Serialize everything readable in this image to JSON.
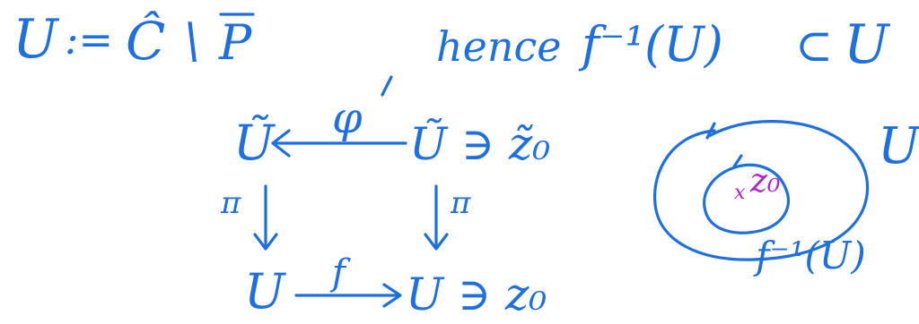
{
  "note": {
    "definition": {
      "lhs": "U",
      "assign": ":=",
      "C_hat": "Ĉ",
      "setminus": "\\",
      "P_bar": "P"
    },
    "hence": "hence",
    "inclusion": {
      "lhs": "f⁻¹(U)",
      "subset": "⊂",
      "rhs": "U"
    },
    "diagram": {
      "top_left": "Ũ",
      "top_arrow_label": "φ",
      "top_right": "Ũ ∋ z̃₀",
      "left_arrow_label": "π",
      "right_arrow_label": "π",
      "bottom_left": "U",
      "bottom_arrow_label": "f",
      "bottom_right": "U ∋ z₀"
    },
    "picture": {
      "outer_label": "U",
      "inner_label": "f⁻¹(U)",
      "point_label": "z₀",
      "point_mark": "x"
    }
  },
  "colors": {
    "ink_blue": "#1e6fe0",
    "ink_purple": "#b224c8",
    "background": "#ffffff"
  }
}
